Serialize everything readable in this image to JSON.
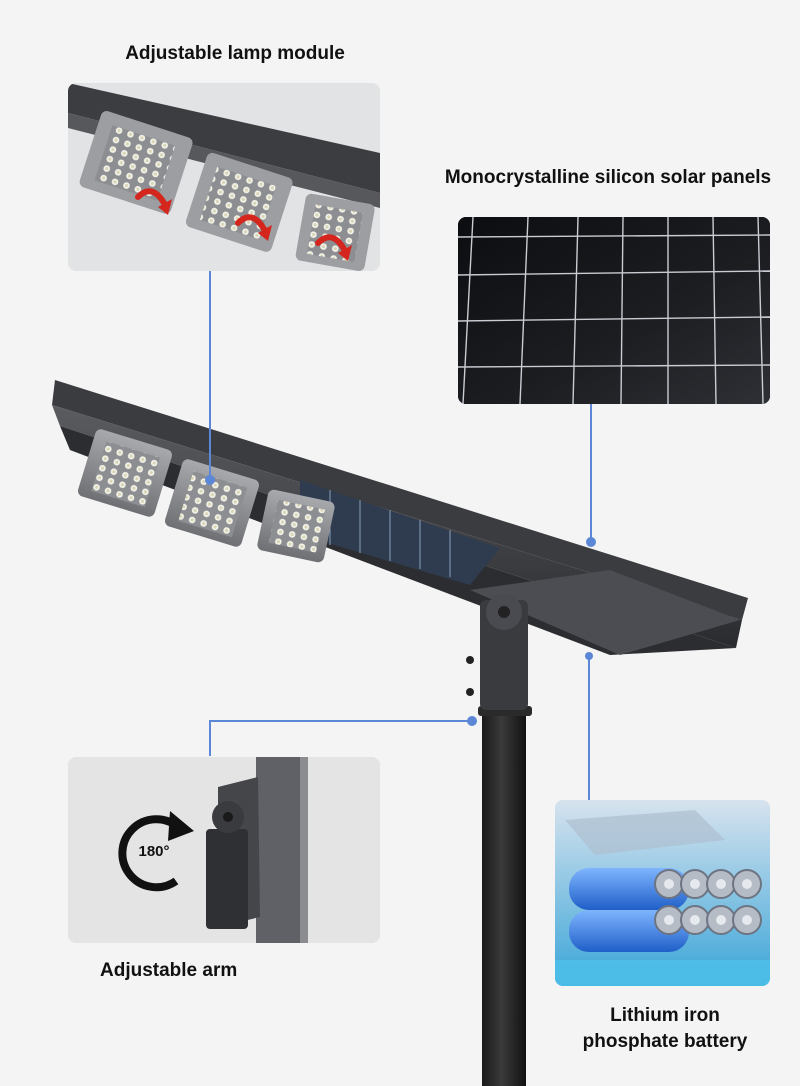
{
  "labels": {
    "lamp_module": "Adjustable lamp module",
    "solar_panels": "Monocrystalline silicon solar panels",
    "arm": "Adjustable arm",
    "battery_line1": "Lithium iron",
    "battery_line2": "phosphate battery",
    "rotation": "180°"
  },
  "colors": {
    "background": "#f4f4f4",
    "connector": "#5b87d6",
    "rotate_arrow": "#d4261c",
    "battery_blue": "#2f7fe0"
  },
  "icons": [
    "rotate-arrow-icon",
    "rotation-180-icon"
  ]
}
